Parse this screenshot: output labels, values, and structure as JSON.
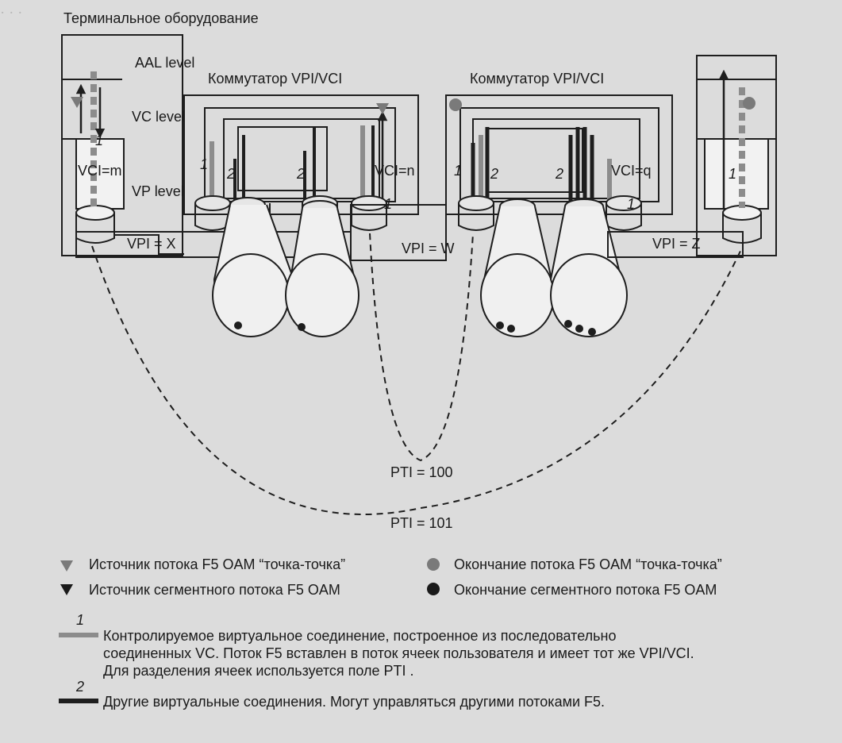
{
  "diagram": {
    "terminal_title": "Терминальное оборудование",
    "aal_level": "AAL level",
    "vc_level": "VC level",
    "vp_level": "VP level",
    "switch1_title": "Коммутатор VPI/VCI",
    "switch2_title": "Коммутатор VPI/VCI",
    "vci_m": "VCI=m",
    "vci_n": "VCI=n",
    "vci_q": "VCI=q",
    "vpi_x": "VPI = X",
    "vpi_w": "VPI = W",
    "vpi_z": "VPI = Z",
    "pti_100": "PTI = 100",
    "pti_101": "PTI = 101",
    "mark_1": "1",
    "mark_2": "2"
  },
  "legend": {
    "source_p2p": "Источник потока F5 OAM “точка-точка”",
    "source_segment": "Источник сегментного потока F5 OAM",
    "end_p2p": "Окончание потока F5 OAM “точка-точка”",
    "end_segment": "Окончание сегментного потока F5 OAM",
    "num_1": "1",
    "num_2": "2",
    "line1_l1": "Контролируемое виртуальное соединение, построенное из последовательно",
    "line1_l2": "соединенных VC. Поток F5 вставлен в поток ячеек пользователя и имеет тот же VPI/VCI.",
    "line1_l3": "Для разделения ячеек используется поле PTI .",
    "line2": "Другие виртуальные соединения. Могут управляться другими потоками F5."
  },
  "colors": {
    "gray_line": "#8c8c8c",
    "dark_line": "#1e1e1e",
    "light_marker": "#7a7a7a",
    "dark_marker": "#1a1a1a"
  }
}
